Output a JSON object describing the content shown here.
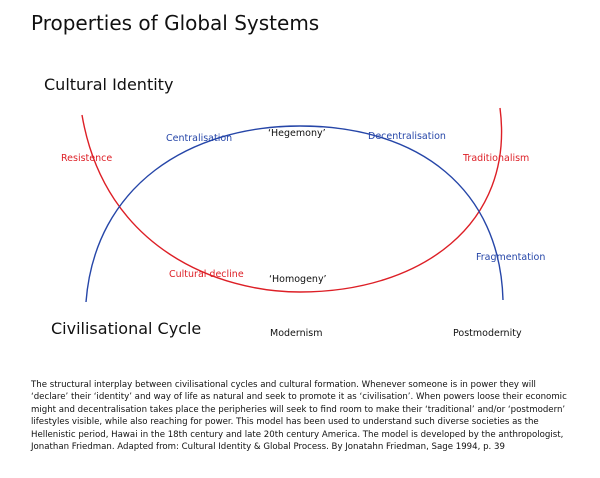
{
  "title": "Properties of Global Systems",
  "axis_top": "Cultural Identity",
  "axis_bottom": "Civilisational Cycle",
  "labels": {
    "centralisation": "Centralisation",
    "hegemony": "‘Hegemony’",
    "decentralisation": "Decentralisation",
    "resistence": "Resistence",
    "traditionalism": "Traditionalism",
    "fragmentation": "Fragmentation",
    "cultural_decline": "Cultural decline",
    "homogeny": "‘Homogeny’",
    "modernism": "Modernism",
    "postmodernity": "Postmodernity"
  },
  "caption": "The structural interplay between civilisational cycles and cultural formation. Whenever someone is in power they will ‘declare’ their ‘identity’ and way of life as natural and seek to promote it as ‘civilisation’. When powers loose their economic might and decentralisation takes place the peripheries will seek to find room to make their ‘traditional’ and/or ‘postmodern’ lifestyles visible, while also reaching for power. This model has been used to understand such diverse societies as the Hellenistic period, Hawai in the 18th century and late 20th century America. The model is developed by the anthropologist, Jonathan Friedman. Adapted from: Cultural Identity & Global Process. By Jonatahn Friedman, Sage 1994, p. 39",
  "colors": {
    "red_curve": "#dd1f26",
    "blue_curve": "#2646a8",
    "text": "#111111"
  }
}
